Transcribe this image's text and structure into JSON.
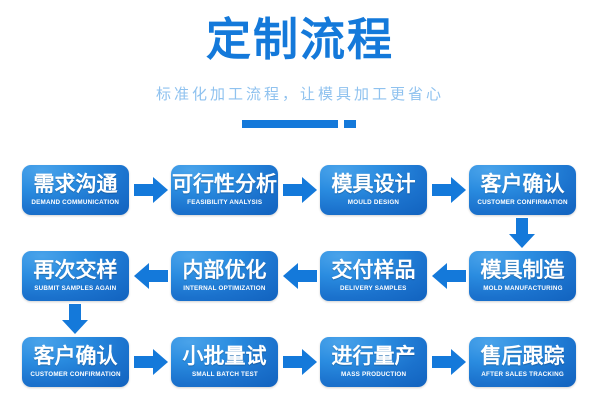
{
  "header": {
    "title": "定制流程",
    "subtitle": "标准化加工流程，让模具加工更省心",
    "accent_color": "#1479da",
    "subtitle_color": "#8fc2ef",
    "background_color": "#ffffff"
  },
  "flow": {
    "box_gradient_from": "#4aa3ea",
    "box_gradient_to": "#1263bf",
    "arrow_color": "#1479da",
    "rows": [
      {
        "direction": "right",
        "steps": [
          {
            "cn": "需求沟通",
            "en": "DEMAND COMMUNICATION"
          },
          {
            "cn": "可行性分析",
            "en": "FEASIBILITY ANALYSIS"
          },
          {
            "cn": "模具设计",
            "en": "MOULD DESIGN"
          },
          {
            "cn": "客户确认",
            "en": "CUSTOMER CONFIRMATION"
          }
        ]
      },
      {
        "direction": "left",
        "steps": [
          {
            "cn": "再次交样",
            "en": "SUBMIT SAMPLES AGAIN"
          },
          {
            "cn": "内部优化",
            "en": "INTERNAL OPTIMIZATION"
          },
          {
            "cn": "交付样品",
            "en": "DELIVERY SAMPLES"
          },
          {
            "cn": "模具制造",
            "en": "MOLD MANUFACTURING"
          }
        ]
      },
      {
        "direction": "right",
        "steps": [
          {
            "cn": "客户确认",
            "en": "CUSTOMER CONFIRMATION"
          },
          {
            "cn": "小批量试",
            "en": "SMALL BATCH TEST"
          },
          {
            "cn": "进行量产",
            "en": "MASS PRODUCTION"
          },
          {
            "cn": "售后跟踪",
            "en": "AFTER SALES TRACKING"
          }
        ]
      }
    ]
  }
}
